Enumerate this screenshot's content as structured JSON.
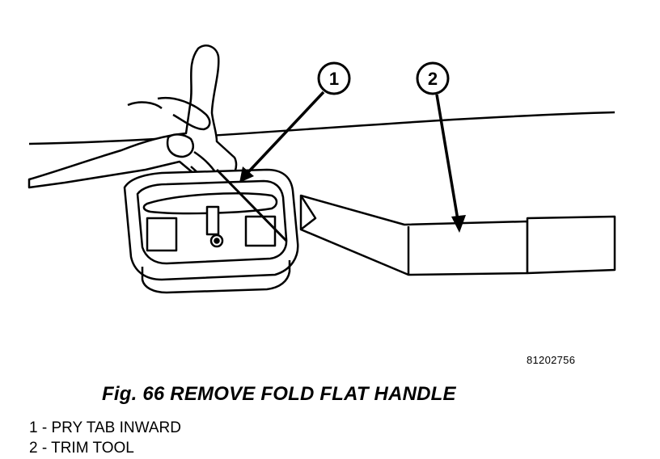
{
  "diagram": {
    "callouts": [
      {
        "number": "1"
      },
      {
        "number": "2"
      }
    ],
    "figure_id": "81202756",
    "caption": "Fig. 66 REMOVE FOLD FLAT HANDLE",
    "legend": [
      "1 - PRY TAB INWARD",
      "2 - TRIM TOOL"
    ]
  }
}
